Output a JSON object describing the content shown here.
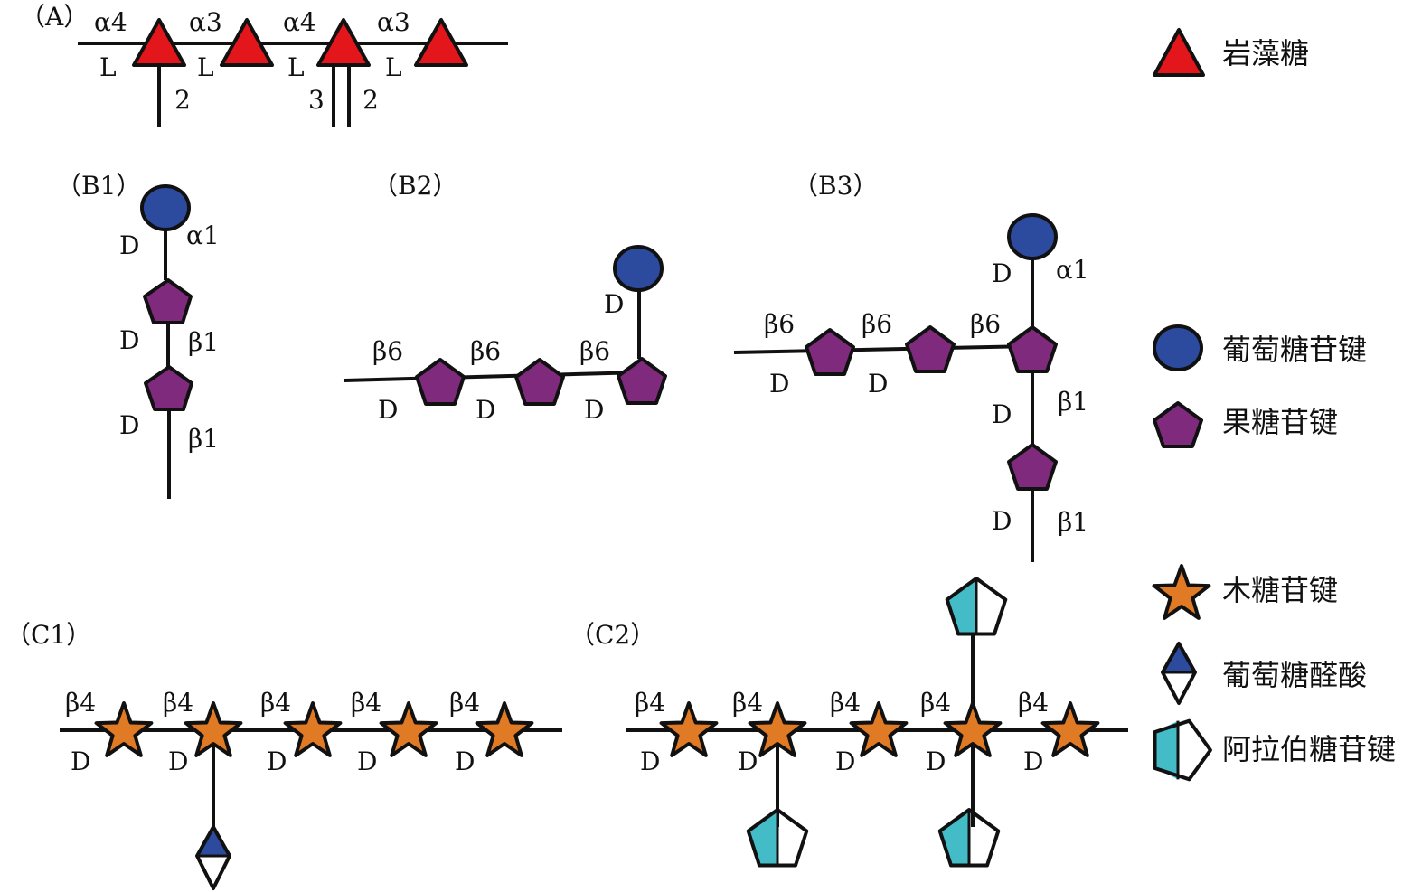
{
  "panels": {
    "A": "（A）",
    "B1": "（B1）",
    "B2": "（B2）",
    "B3": "（B3）",
    "C1": "（C1）",
    "C2": "（C2）"
  },
  "labels": {
    "a4": "α4",
    "a3": "α3",
    "a1": "α1",
    "b1": "β1",
    "b4": "β4",
    "b6": "β6",
    "L": "L",
    "D": "D",
    "n2": "2",
    "n3": "3"
  },
  "legend": {
    "fucose": "岩藻糖",
    "glucose": "葡萄糖苷键",
    "fructose": "果糖苷键",
    "xylose": "木糖苷键",
    "glucuronic_acid": "葡萄糖醛酸",
    "arabinose": "阿拉伯糖苷键"
  },
  "colors": {
    "fucose": "#e3161b",
    "glucose": "#2c4a9e",
    "fructose": "#7f2a7d",
    "xylose": "#e07a24",
    "glucuronic_acid": "#2c4a9e",
    "arabinose": "#43bcc8"
  }
}
